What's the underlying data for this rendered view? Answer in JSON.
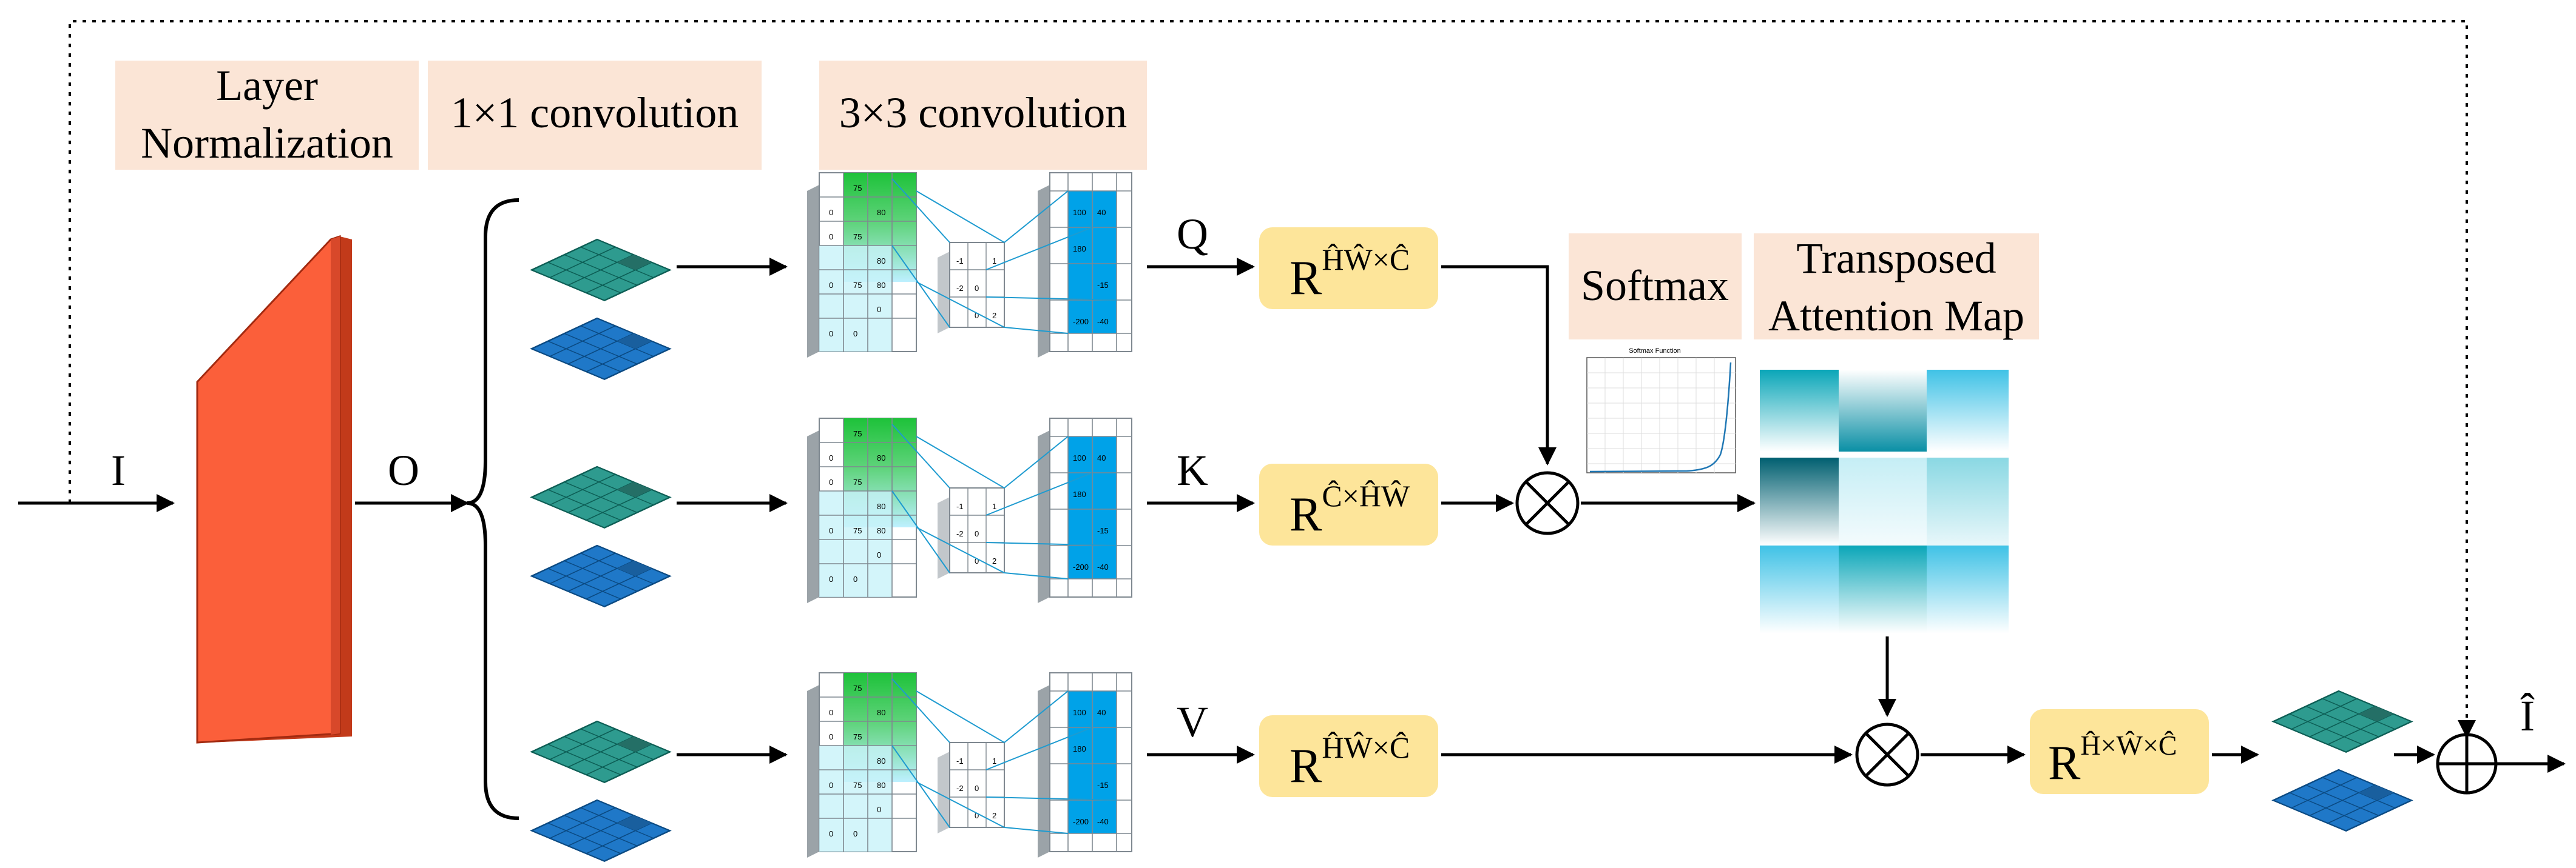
{
  "labels": {
    "layer_norm_line1": "Layer",
    "layer_norm_line2": "Normalization",
    "conv1x1": "1×1 convolution",
    "conv3x3": "3×3 convolution",
    "softmax": "Softmax",
    "attn_line1": "Transposed",
    "attn_line2": "Attention Map"
  },
  "symbols": {
    "input": "I",
    "output_o": "O",
    "q": "Q",
    "k": "K",
    "v": "V",
    "output": "Î"
  },
  "tensors": {
    "q": {
      "base": "R",
      "sup": "ĤŴ×Ĉ"
    },
    "k": {
      "base": "R",
      "sup": "Ĉ×ĤŴ"
    },
    "v": {
      "base": "R",
      "sup": "ĤŴ×Ĉ"
    },
    "out": {
      "base": "R",
      "sup": "Ĥ×Ŵ×Ĉ"
    }
  },
  "softmax_plot": {
    "title": "Softmax Function"
  },
  "colors": {
    "label_bg": "#fbe5d6",
    "tensor_box": "#fde59a",
    "layer_norm": "#fb5f3a",
    "conv_teal": "#2e9b8f",
    "conv_blue": "#1f78c8",
    "green": "#22b14c",
    "cyan": "#00a2e8"
  }
}
